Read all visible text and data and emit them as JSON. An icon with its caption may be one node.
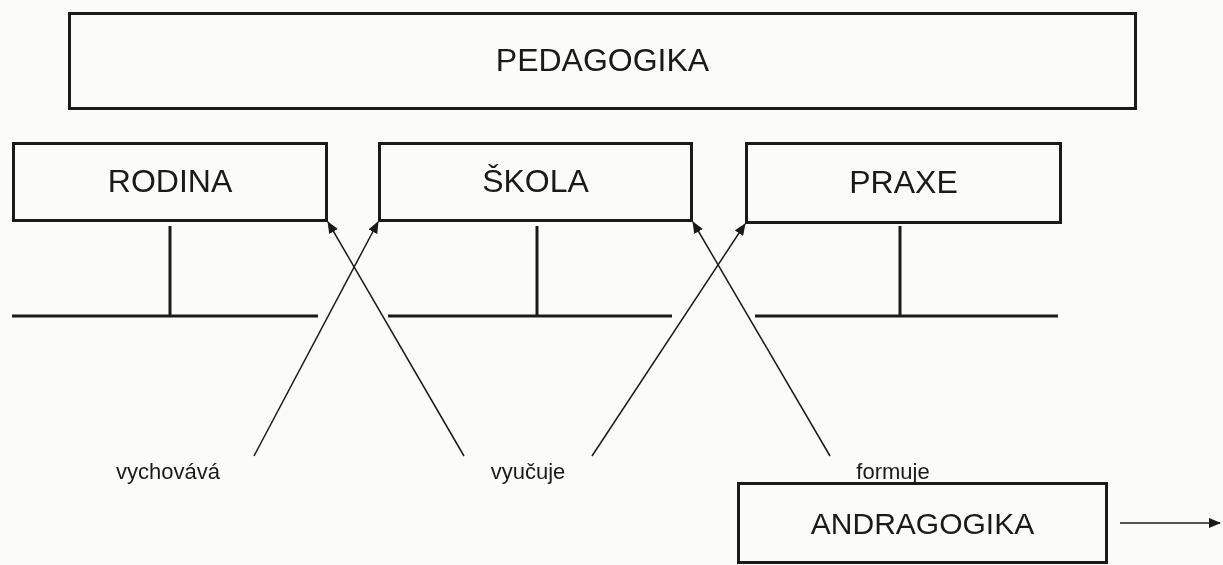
{
  "diagram": {
    "nodes": [
      {
        "text": [
          "PEDAGOGIKA"
        ]
      },
      {
        "text": [
          "RODINA"
        ]
      },
      {
        "text": [
          "ŠKOLA"
        ]
      },
      {
        "text": [
          "PRAXE"
        ]
      },
      {
        "text": [
          "vychovává"
        ]
      },
      {
        "text": [
          "vyučuje"
        ]
      },
      {
        "text": [
          "formuje"
        ]
      },
      {
        "text": [
          "ANDRAGOGIKA"
        ]
      }
    ],
    "edges": [
      {
        "from": 4,
        "to": 2,
        "arrow": "to"
      },
      {
        "from": 5,
        "to": 1,
        "arrow": "to"
      },
      {
        "from": 5,
        "to": 3,
        "arrow": "to"
      },
      {
        "from": 6,
        "to": 2,
        "arrow": "to"
      },
      {
        "from": 7,
        "to": null,
        "arrow": "to"
      }
    ]
  }
}
